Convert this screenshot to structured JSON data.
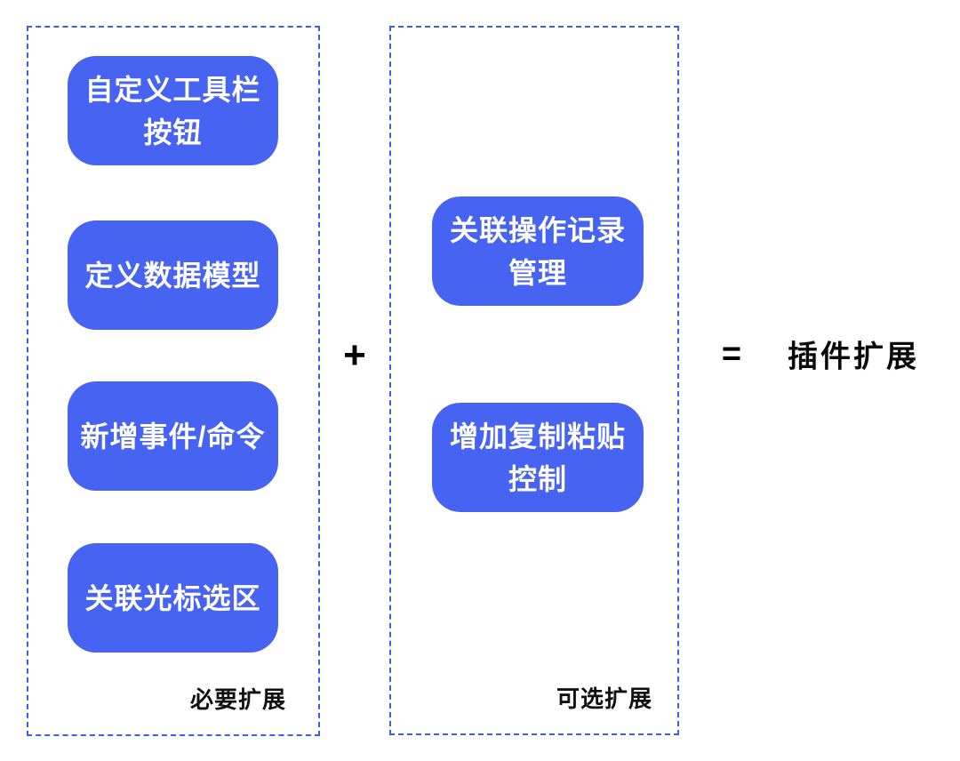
{
  "diagram": {
    "colors": {
      "box_blue": "#4763F1",
      "border_blue": "#3E5BF3",
      "text_white": "#ffffff",
      "text_black": "#111111",
      "background": "#ffffff"
    },
    "left_group": {
      "label": "必要扩展",
      "boxes": [
        {
          "text": "自定义工具栏\n按钮"
        },
        {
          "text": "定义数据模型"
        },
        {
          "text": "新增事件/命令"
        },
        {
          "text": "关联光标选区"
        }
      ]
    },
    "right_group": {
      "label": "可选扩展",
      "boxes": [
        {
          "text": "关联操作记录\n管理"
        },
        {
          "text": "增加复制粘贴\n控制"
        }
      ]
    },
    "operators": {
      "plus": "+",
      "equals": "="
    },
    "result_label": "插件扩展"
  }
}
